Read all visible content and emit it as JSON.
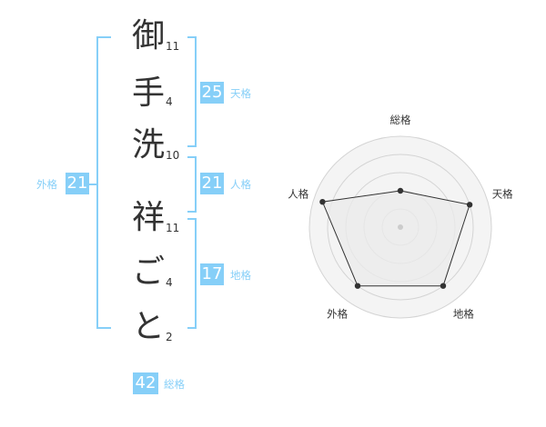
{
  "name": {
    "chars": [
      "御",
      "手",
      "洗",
      "祥",
      "ご",
      "と"
    ],
    "strokes": [
      "11",
      "4",
      "10",
      "11",
      "4",
      "2"
    ]
  },
  "grids": {
    "tenkaku": {
      "value": "25",
      "label": "天格"
    },
    "jinkaku": {
      "value": "21",
      "label": "人格"
    },
    "chikaku": {
      "value": "17",
      "label": "地格"
    },
    "gaikaku": {
      "value": "21",
      "label": "外格"
    },
    "soukaku": {
      "value": "42",
      "label": "総格"
    }
  },
  "colors": {
    "accent": "#86cff8",
    "text": "#333333",
    "polygon_fill": "#ebebeb",
    "ring": "#d4d4d4"
  },
  "chart_data": {
    "type": "radar",
    "categories": [
      "総格",
      "天格",
      "地格",
      "外格",
      "人格"
    ],
    "values": [
      2,
      4,
      4,
      4,
      4.5
    ],
    "rmax": 5,
    "rings": 5
  }
}
